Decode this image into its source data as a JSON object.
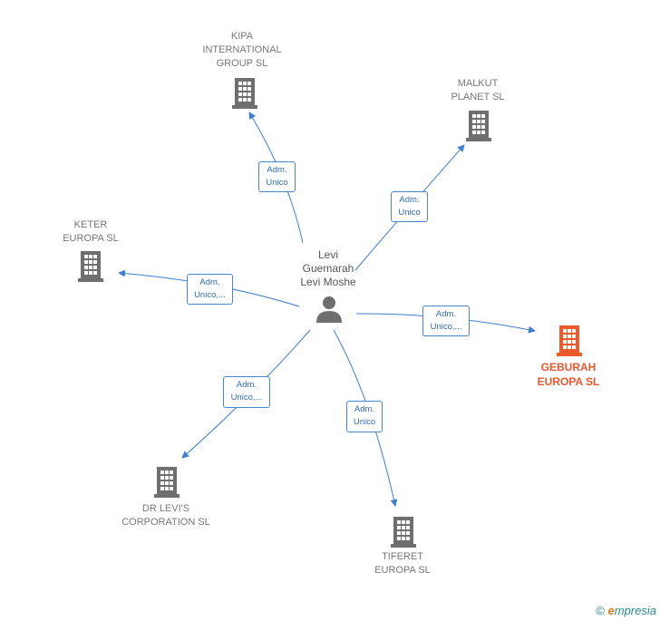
{
  "person": {
    "name_lines": [
      "Levi",
      "Guemarah",
      "Levi Moshe"
    ]
  },
  "companies": [
    {
      "id": "kipa",
      "lines": [
        "KIPA",
        "INTERNATIONAL",
        "GROUP SL"
      ],
      "highlight": false
    },
    {
      "id": "malkut",
      "lines": [
        "MALKUT",
        "PLANET  SL"
      ],
      "highlight": false
    },
    {
      "id": "keter",
      "lines": [
        "KETER",
        "EUROPA  SL"
      ],
      "highlight": false
    },
    {
      "id": "geburah",
      "lines": [
        "GEBURAH",
        "EUROPA  SL"
      ],
      "highlight": true
    },
    {
      "id": "drlevis",
      "lines": [
        "DR LEVI'S",
        "CORPORATION SL"
      ],
      "highlight": false
    },
    {
      "id": "tiferet",
      "lines": [
        "TIFERET",
        "EUROPA  SL"
      ],
      "highlight": false
    }
  ],
  "edges": [
    {
      "to": "kipa",
      "lines": [
        "Adm.",
        "Unico"
      ]
    },
    {
      "to": "malkut",
      "lines": [
        "Adm.",
        "Unico"
      ]
    },
    {
      "to": "keter",
      "lines": [
        "Adm.",
        "Unico,..."
      ]
    },
    {
      "to": "geburah",
      "lines": [
        "Adm.",
        "Unico,..."
      ]
    },
    {
      "to": "drlevis",
      "lines": [
        "Adm.",
        "Unico,..."
      ]
    },
    {
      "to": "tiferet",
      "lines": [
        "Adm.",
        "Unico"
      ]
    }
  ],
  "colors": {
    "building": "#6f6f6f",
    "building_highlight": "#ef5a2c",
    "edge": "#3f7fcf",
    "person": "#6f6f6f"
  },
  "footer": {
    "copyright": "©",
    "brand_initial": "e",
    "brand_rest": "mpresia"
  }
}
